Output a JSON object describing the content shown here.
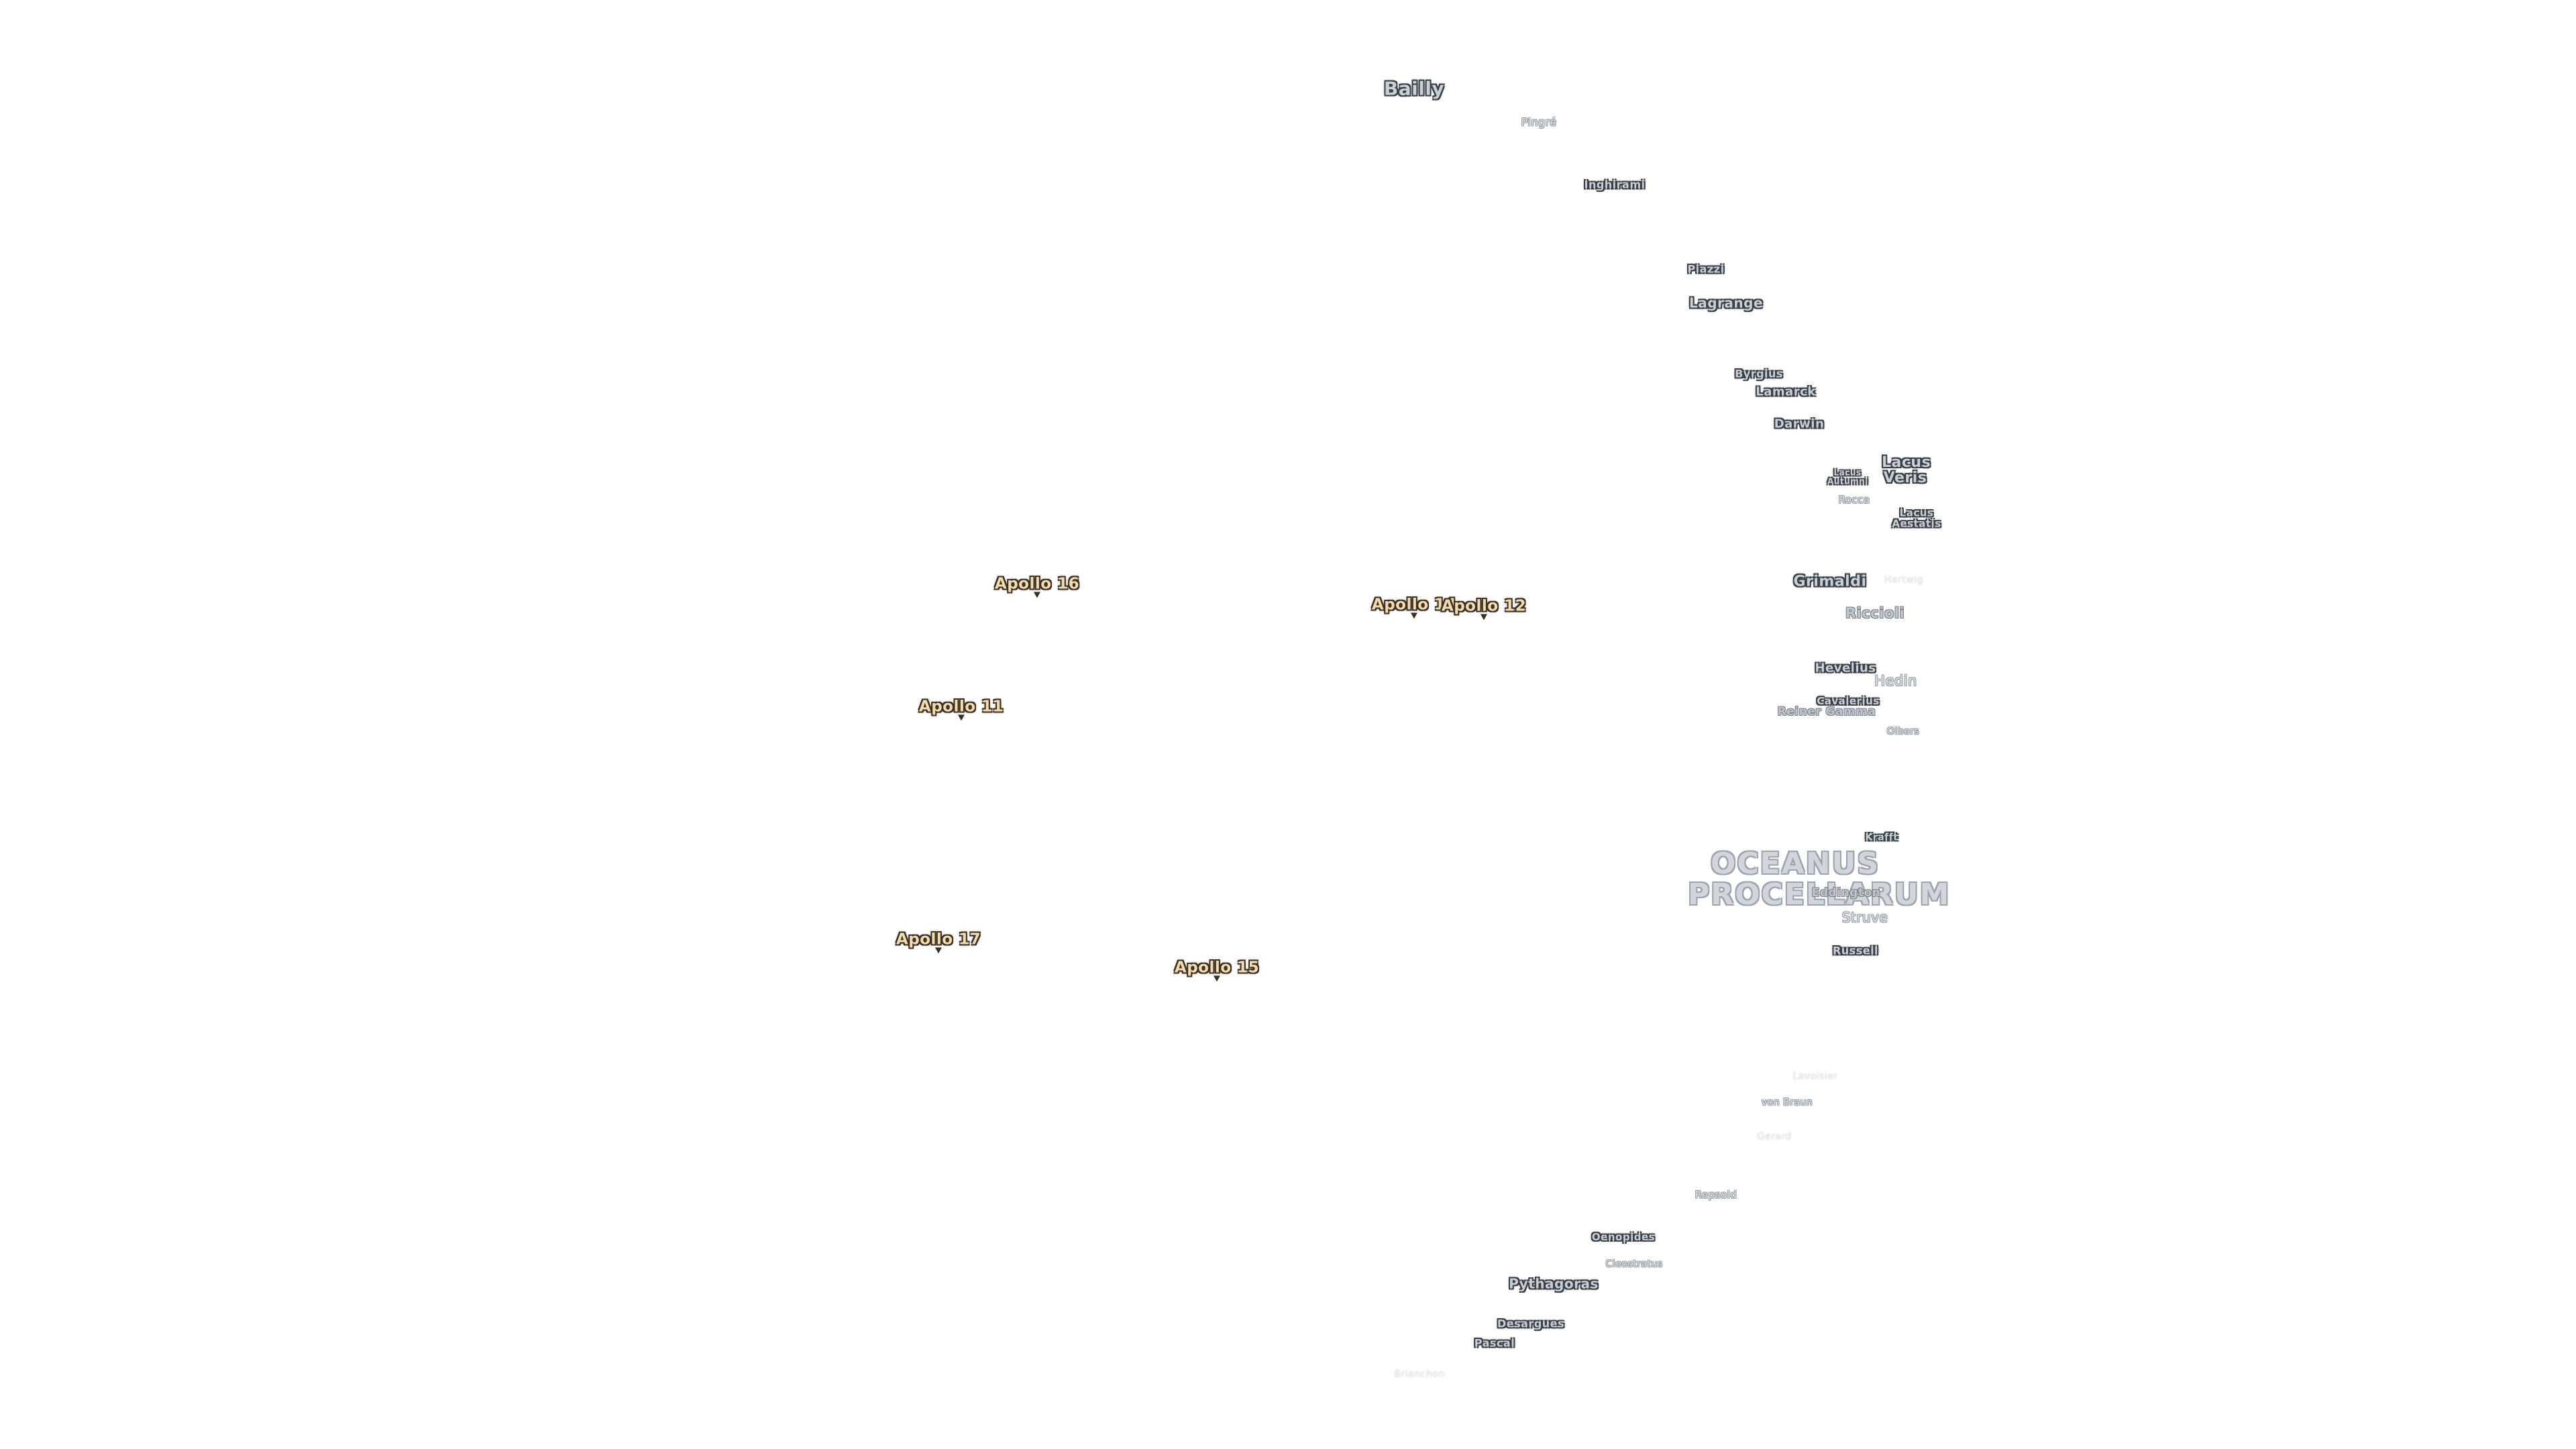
{
  "map": {
    "features": [
      {
        "name": "Bailly",
        "style": "feat"
      },
      {
        "name": "Pingré",
        "style": "feat faint"
      },
      {
        "name": "Inghirami",
        "style": "feat"
      },
      {
        "name": "Piazzi",
        "style": "feat"
      },
      {
        "name": "Lagrange",
        "style": "feat"
      },
      {
        "name": "Byrgius",
        "style": "feat"
      },
      {
        "name": "Lamarck",
        "style": "feat"
      },
      {
        "name": "Darwin",
        "style": "feat"
      },
      {
        "name": "Lacus Autumni",
        "style": "feat"
      },
      {
        "name": "Lacus Veris",
        "style": "feat"
      },
      {
        "name": "Rocca",
        "style": "feat faint"
      },
      {
        "name": "Lacus Aestatis",
        "style": "feat"
      },
      {
        "name": "Grimaldi",
        "style": "feat"
      },
      {
        "name": "Hartwig",
        "style": "feat ghost"
      },
      {
        "name": "Riccioli",
        "style": "feat dim"
      },
      {
        "name": "Hevelius",
        "style": "feat"
      },
      {
        "name": "Hedin",
        "style": "feat faint"
      },
      {
        "name": "Cavalerius",
        "style": "feat"
      },
      {
        "name": "Reiner Gamma",
        "style": "feat dim"
      },
      {
        "name": "Olbers",
        "style": "feat faint"
      },
      {
        "name": "Krafft",
        "style": "feat"
      },
      {
        "name": "OCEANUS PROCELLARUM",
        "style": "sea"
      },
      {
        "name": "Eddington",
        "style": "feat dim"
      },
      {
        "name": "Struve",
        "style": "feat faint"
      },
      {
        "name": "Russell",
        "style": "feat"
      },
      {
        "name": "Lavoisier",
        "style": "feat ghost"
      },
      {
        "name": "von Braun",
        "style": "feat faint"
      },
      {
        "name": "Gerard",
        "style": "feat ghost"
      },
      {
        "name": "Repsold",
        "style": "feat faint"
      },
      {
        "name": "Oenopides",
        "style": "feat"
      },
      {
        "name": "Cleostratus",
        "style": "feat faint"
      },
      {
        "name": "Pythagoras",
        "style": "feat"
      },
      {
        "name": "Desargues",
        "style": "feat"
      },
      {
        "name": "Pascal",
        "style": "feat"
      },
      {
        "name": "Brianchon",
        "style": "feat ghost"
      }
    ],
    "apollo_sites": [
      {
        "name": "Apollo 16"
      },
      {
        "name": "Apollo 14"
      },
      {
        "name": "Apollo 12"
      },
      {
        "name": "Apollo 11"
      },
      {
        "name": "Apollo 17"
      },
      {
        "name": "Apollo 15"
      }
    ]
  }
}
